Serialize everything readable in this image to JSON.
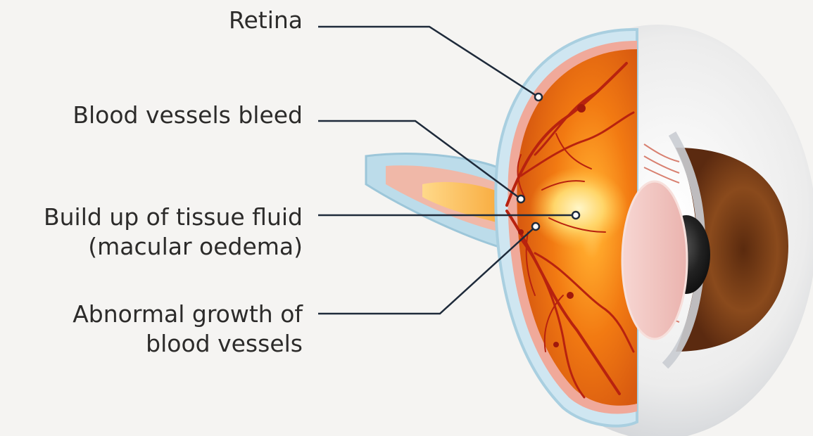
{
  "labels": {
    "retina": "Retina",
    "blood_vessels_bleed": "Blood vessels bleed",
    "tissue_fluid_line1": "Build up of tissue fluid",
    "tissue_fluid_line2": "(macular oedema)",
    "abnormal_growth_line1": "Abnormal growth of",
    "abnormal_growth_line2": "blood vessels"
  },
  "colors": {
    "background": "#f5f4f2",
    "leader_line": "#1e2a3a",
    "sclera": "#eeeeee",
    "retina_orange": "#f07a1a",
    "vessel_red": "#b8220f",
    "iris_brown": "#7a3a14",
    "lens_pink": "#f2c8c4"
  }
}
